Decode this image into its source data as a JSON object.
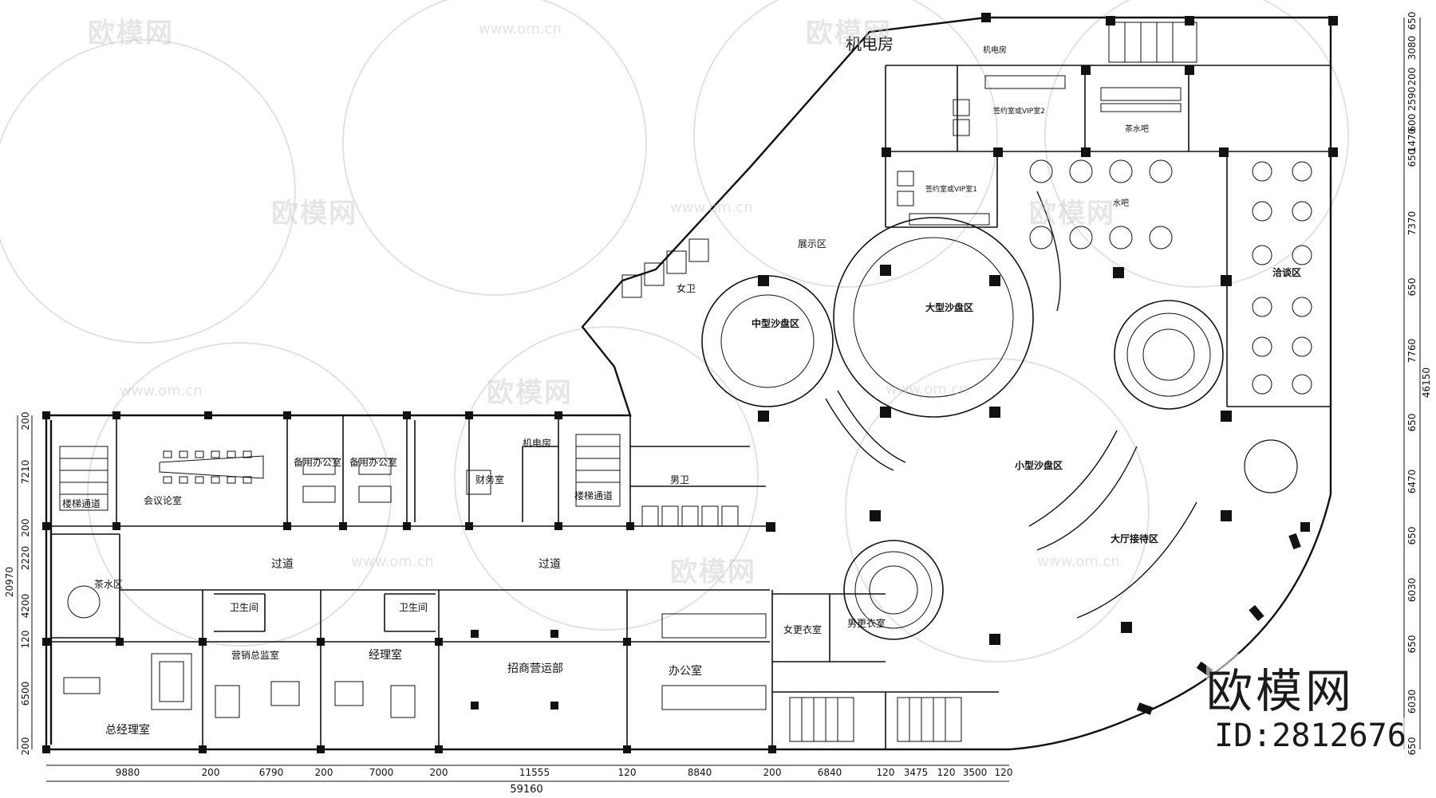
{
  "title_top": "机电房",
  "rooms": {
    "stair_w": "楼梯通道",
    "meeting": "会议论室",
    "office_a": "备用办公室",
    "office_b": "备用办公室",
    "finance": "财务室",
    "mech": "机电房",
    "stair_mid": "楼梯通道",
    "male_wc": "男卫",
    "female_wc": "女卫",
    "corridor_l": "过道",
    "corridor_r": "过道",
    "tea": "茶水区",
    "gm": "总经理室",
    "sales_dir": "营销总监室",
    "manager": "经理室",
    "wc1": "卫生间",
    "wc2": "卫生间",
    "ops": "招商营运部",
    "office_big": "办公室",
    "f_locker": "女更衣室",
    "m_locker": "男更衣室",
    "sand_mid": "中型沙盘区",
    "sand_big": "大型沙盘区",
    "sand_small": "小型沙盘区",
    "lobby": "大厅接待区",
    "negotiation": "洽谈区",
    "show": "展示区",
    "vip1": "签约室或VIP室1",
    "vip2": "签约室或VIP室2",
    "bar": "茶水吧",
    "water_bar": "水吧",
    "mech2": "机电房"
  },
  "dims_bottom": [
    "9880",
    "200",
    "6790",
    "200",
    "7000",
    "200",
    "11555",
    "120",
    "8840",
    "200",
    "6840",
    "120",
    "3475",
    "120",
    "3500",
    "120"
  ],
  "dim_total_bottom": "59160",
  "dims_left": [
    "200",
    "7210",
    "200",
    "2220",
    "4200",
    "120",
    "6500",
    "200"
  ],
  "dim_total_left": "20970",
  "dims_right": [
    "650",
    "3080",
    "200",
    "2590",
    "600",
    "1470",
    "650",
    "7370",
    "650",
    "7760",
    "650",
    "6470",
    "650",
    "6030",
    "650",
    "6030",
    "650"
  ],
  "dim_total_right": "46150",
  "watermark": {
    "text": "欧模网",
    "url": "www.om.cn"
  },
  "brand": {
    "name": "欧模网",
    "id": "ID:2812676"
  },
  "colors": {
    "line": "#111111",
    "watermark": "#c8c8c8"
  }
}
